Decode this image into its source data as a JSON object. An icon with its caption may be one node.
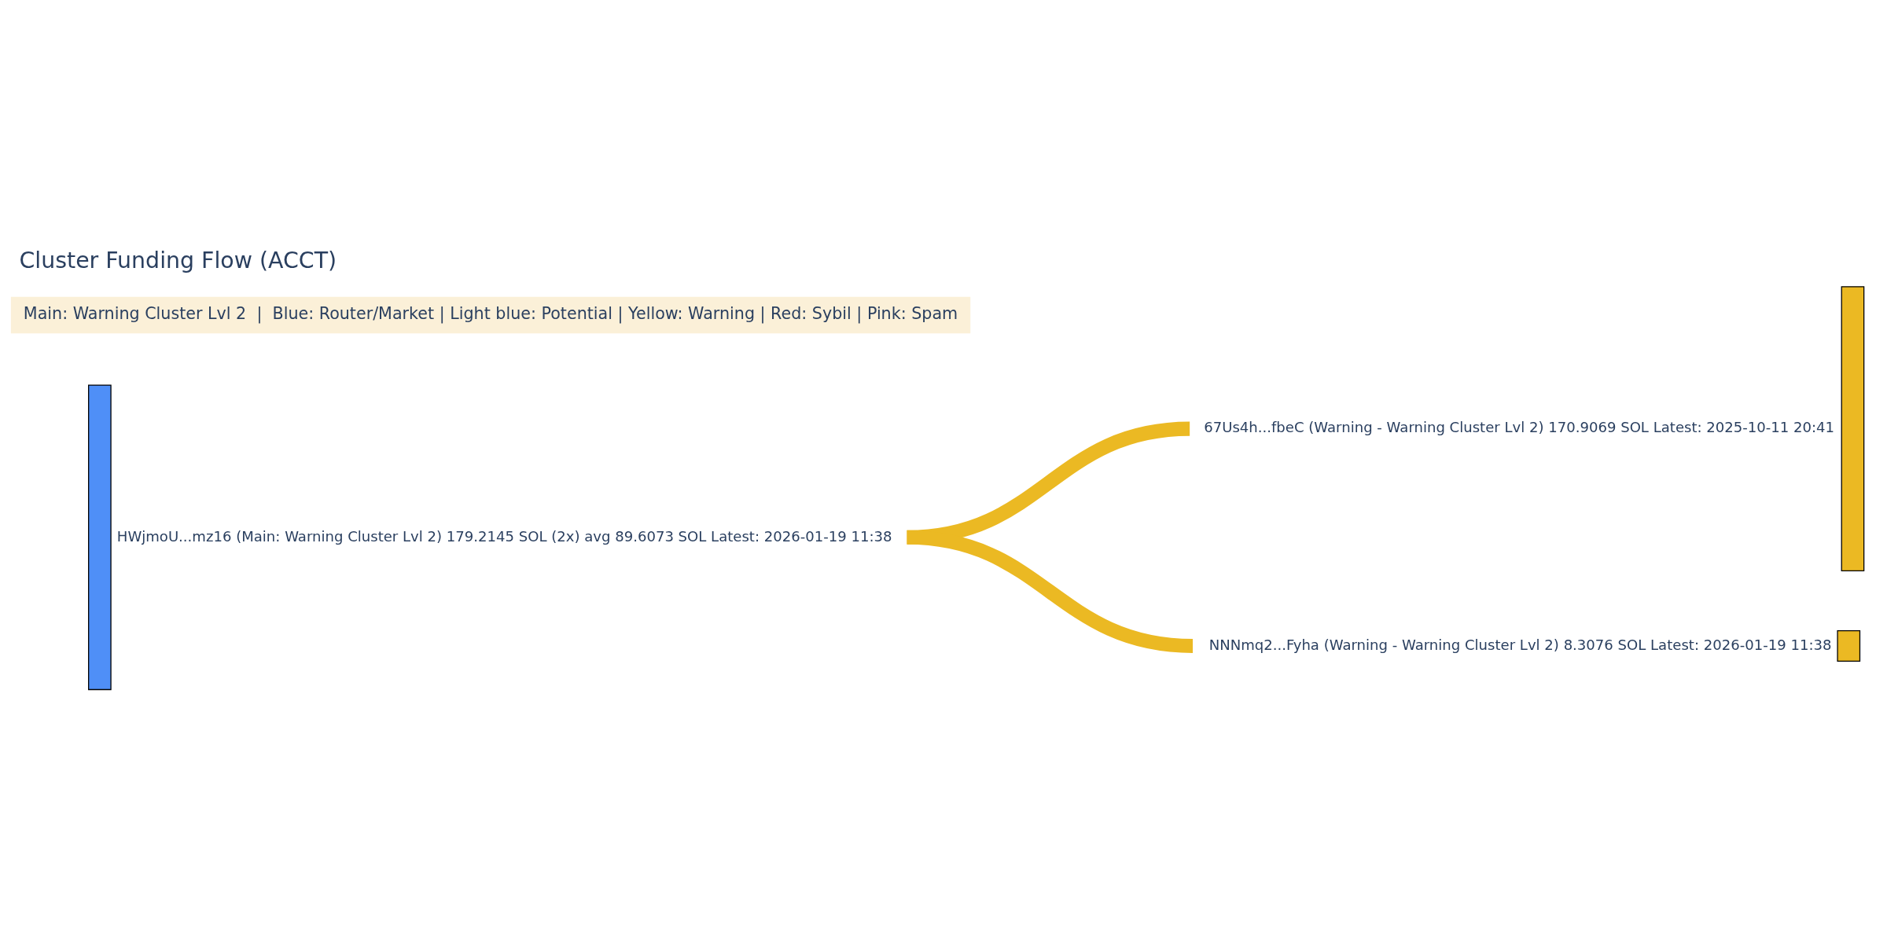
{
  "diagram": {
    "title": "Cluster Funding Flow (ACCT)",
    "nodes": [
      {
        "text": [],
        "shape": "bar",
        "beside": [
          "HWjmoU...mz16 (Main: Warning Cluster Lvl 2) 179.2145 SOL (2x) avg 89.6073 SOL Latest: 2026-01-19 11:38"
        ]
      },
      {
        "text": [],
        "shape": "bar",
        "beside": [
          "67Us4h...fbeC (Warning - Warning Cluster Lvl 2) 170.9069 SOL Latest: 2025-10-11 20:41"
        ]
      },
      {
        "text": [],
        "shape": "bar",
        "beside": [
          "NNNmq2...Fyha (Warning - Warning Cluster Lvl 2) 8.3076 SOL Latest: 2026-01-19 11:38"
        ]
      }
    ],
    "edges": [
      {
        "from": 0,
        "to": 1,
        "arrow": "none"
      },
      {
        "from": 0,
        "to": 2,
        "arrow": "none"
      }
    ],
    "labels": [
      "Main: Warning Cluster Lvl 2  |  Blue: Router/Market | Light blue: Potential | Yellow: Warning | Red: Sybil | Pink: Spam"
    ]
  }
}
